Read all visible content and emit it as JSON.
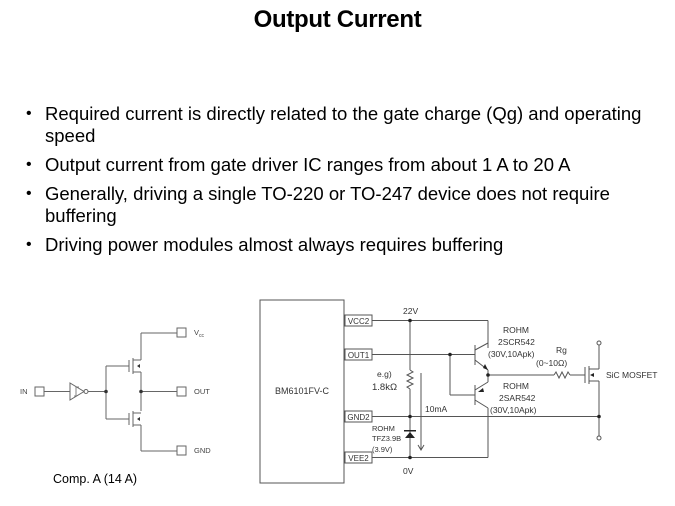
{
  "slide": {
    "title": "Output Current",
    "bullets": [
      "Required current is directly related to the gate charge (Qg) and operating speed",
      "Output current from gate driver IC ranges from about 1 A to 20 A",
      "Generally, driving a single TO-220 or TO-247 device does not require buffering",
      "Driving power modules  almost always requires buffering"
    ]
  },
  "left_diagram": {
    "caption": "Comp. A (14 A)",
    "pins": {
      "in": "IN",
      "vcc": "V",
      "vcc_sub": "cc",
      "out": "OUT",
      "gnd": "GND"
    }
  },
  "right_diagram": {
    "ic_name": "BM6101FV-C",
    "pins": [
      "VCC2",
      "OUT1",
      "GND2",
      "VEE2"
    ],
    "supply_top": "22V",
    "supply_bottom": "0V",
    "resistor_note": "e.g)",
    "resistor_value": "1.8kΩ",
    "current_label": "10mA",
    "zener_maker": "ROHM",
    "zener_part": "TFZ3.9B",
    "zener_voltage": "(3.9V)",
    "npn_maker": "ROHM",
    "npn_part": "2SCR542",
    "npn_rating": "(30V,10Apk)",
    "pnp_maker": "ROHM",
    "pnp_part": "2SAR542",
    "pnp_rating": "(30V,10Apk)",
    "rg_label": "Rg",
    "rg_range": "(0~10Ω)",
    "mosfet_label": "SiC MOSFET"
  }
}
